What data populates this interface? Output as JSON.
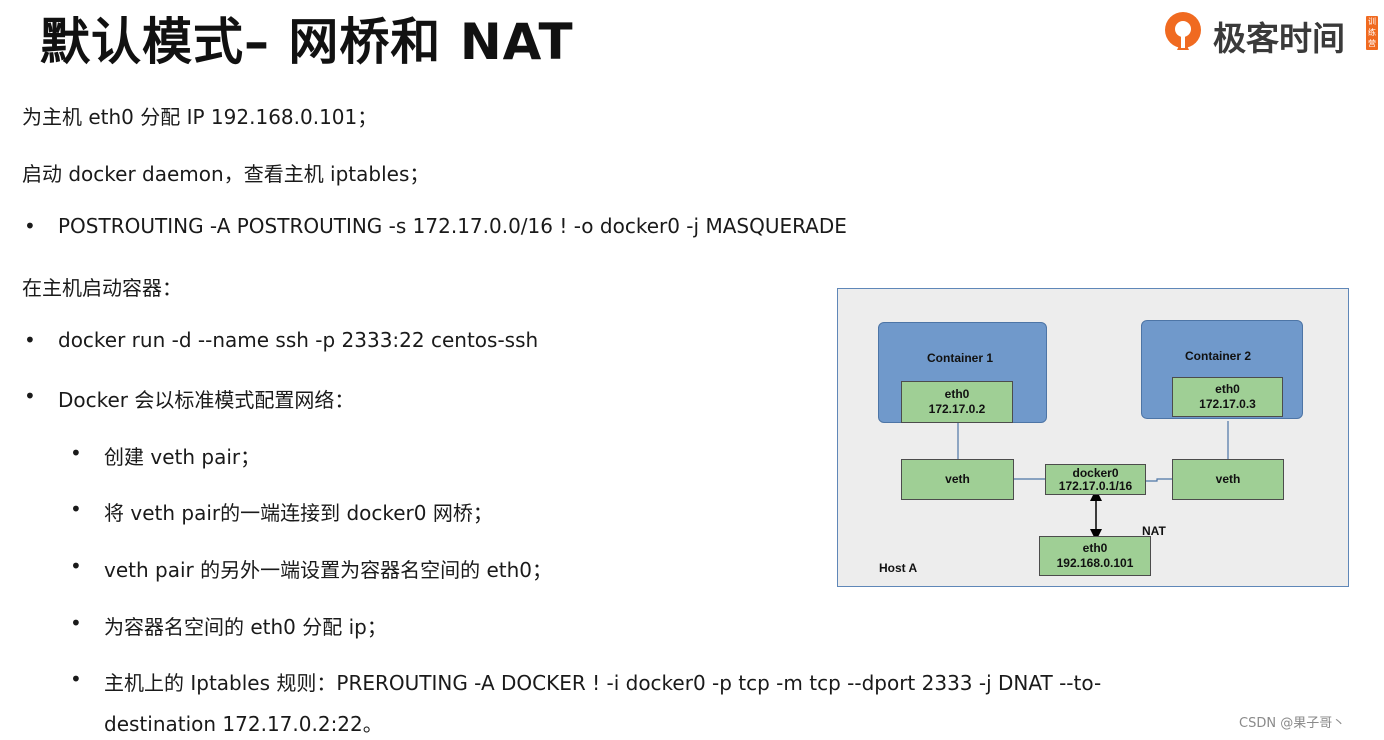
{
  "title": "默认模式– 网桥和 NAT",
  "logo": {
    "text": "极客时间",
    "tag": "训练营"
  },
  "lines": {
    "l1": "为主机 eth0 分配 IP 192.168.0.101；",
    "l2": "启动 docker daemon，查看主机 iptables；",
    "l3": "POSTROUTING -A POSTROUTING -s 172.17.0.0/16 ! -o docker0 -j MASQUERADE",
    "l4": "在主机启动容器：",
    "l5": "docker run -d --name ssh -p 2333:22 centos-ssh",
    "l6": "Docker 会以标准模式配置网络：",
    "l7": "创建 veth pair；",
    "l8": "将 veth pair的一端连接到 docker0 网桥；",
    "l9": "veth pair 的另外一端设置为容器名空间的 eth0；",
    "l10": "为容器名空间的 eth0 分配 ip；",
    "l11a": "主机上的 Iptables  规则：PREROUTING -A DOCKER ! -i docker0 -p tcp -m tcp --dport 2333 -j DNAT --to-",
    "l11b": "destination 172.17.0.2:22。"
  },
  "diagram": {
    "container1": {
      "title": "Container 1",
      "eth_name": "eth0",
      "eth_ip": "172.17.0.2"
    },
    "container2": {
      "title": "Container 2",
      "eth_name": "eth0",
      "eth_ip": "172.17.0.3"
    },
    "veth_left": "veth",
    "veth_right": "veth",
    "bridge": {
      "name": "docker0",
      "ip": "172.17.0.1/16"
    },
    "host_eth": {
      "name": "eth0",
      "ip": "192.168.0.101"
    },
    "nat_label": "NAT",
    "host_label": "Host A",
    "colors": {
      "container": "#7099cb",
      "interface": "#9fcf95",
      "background": "#ededed",
      "line": "#4d75a6"
    }
  },
  "watermark": "CSDN @果子哥丶"
}
